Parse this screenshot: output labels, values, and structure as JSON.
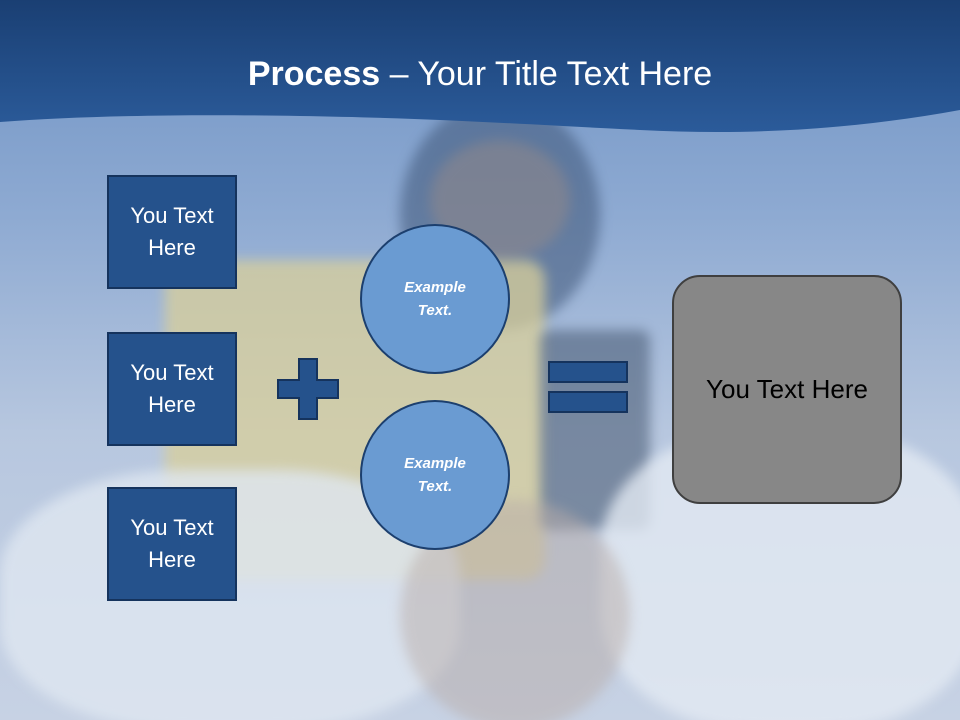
{
  "slide": {
    "title_bold": "Process",
    "title_rest": " – Your Title Text Here",
    "left_boxes": [
      "You Text Here",
      "You Text Here",
      "You Text Here"
    ],
    "circles": [
      "Example Text.",
      "Example Text."
    ],
    "result_text": "You Text Here"
  },
  "colors": {
    "header": "#1f4e8c",
    "box_fill": "#25528c",
    "circle_fill": "#6a9bd2",
    "result_fill": "#878787"
  },
  "icons": {
    "operator_1": "plus-icon",
    "operator_2": "equals-icon"
  }
}
